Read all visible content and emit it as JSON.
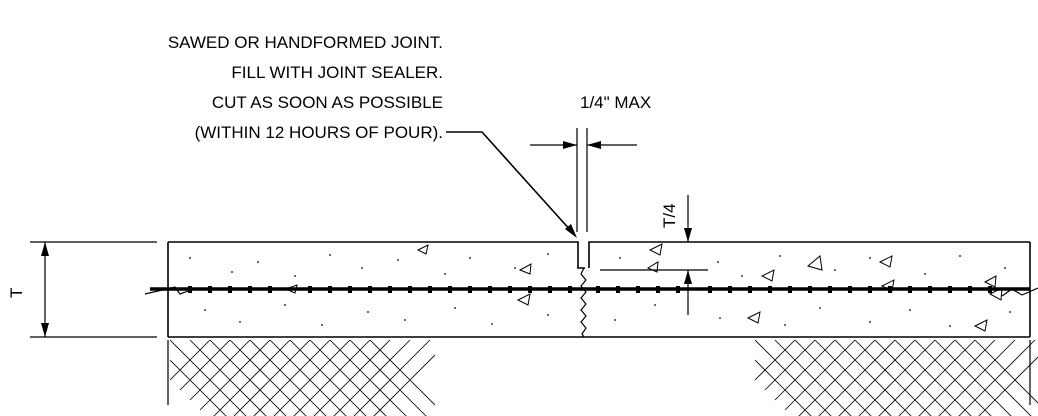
{
  "callout": {
    "line1": "SAWED OR HANDFORMED JOINT.",
    "line2": "FILL WITH JOINT SEALER.",
    "line3": "CUT AS SOON AS POSSIBLE",
    "line4": "(WITHIN 12 HOURS OF POUR)."
  },
  "dimensions": {
    "joint_width": "1/4\" MAX",
    "joint_depth": "T/4",
    "slab_thickness": "T"
  }
}
